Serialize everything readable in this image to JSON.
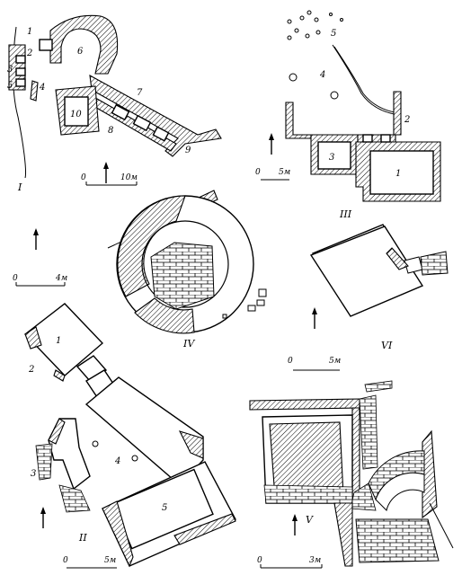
{
  "plans": [
    {
      "id": "I",
      "scale_start": "0",
      "scale_end": "10м",
      "labels": [
        "1",
        "2",
        "3",
        "4",
        "5",
        "6",
        "7",
        "8",
        "9",
        "10"
      ]
    },
    {
      "id": "II",
      "scale_start": "0",
      "scale_end": "5м",
      "labels": [
        "1",
        "2",
        "3",
        "4",
        "5"
      ]
    },
    {
      "id": "III",
      "scale_start": "0",
      "scale_end": "5м",
      "labels": [
        "1",
        "2",
        "3",
        "4",
        "5"
      ]
    },
    {
      "id": "IV",
      "scale_start": "0",
      "scale_end": "4м",
      "labels": []
    },
    {
      "id": "V",
      "scale_start": "0",
      "scale_end": "3м",
      "labels": []
    },
    {
      "id": "VI",
      "scale_start": "0",
      "scale_end": "5м",
      "labels": []
    }
  ],
  "icons": {
    "north_arrow": "north-arrow-icon"
  }
}
